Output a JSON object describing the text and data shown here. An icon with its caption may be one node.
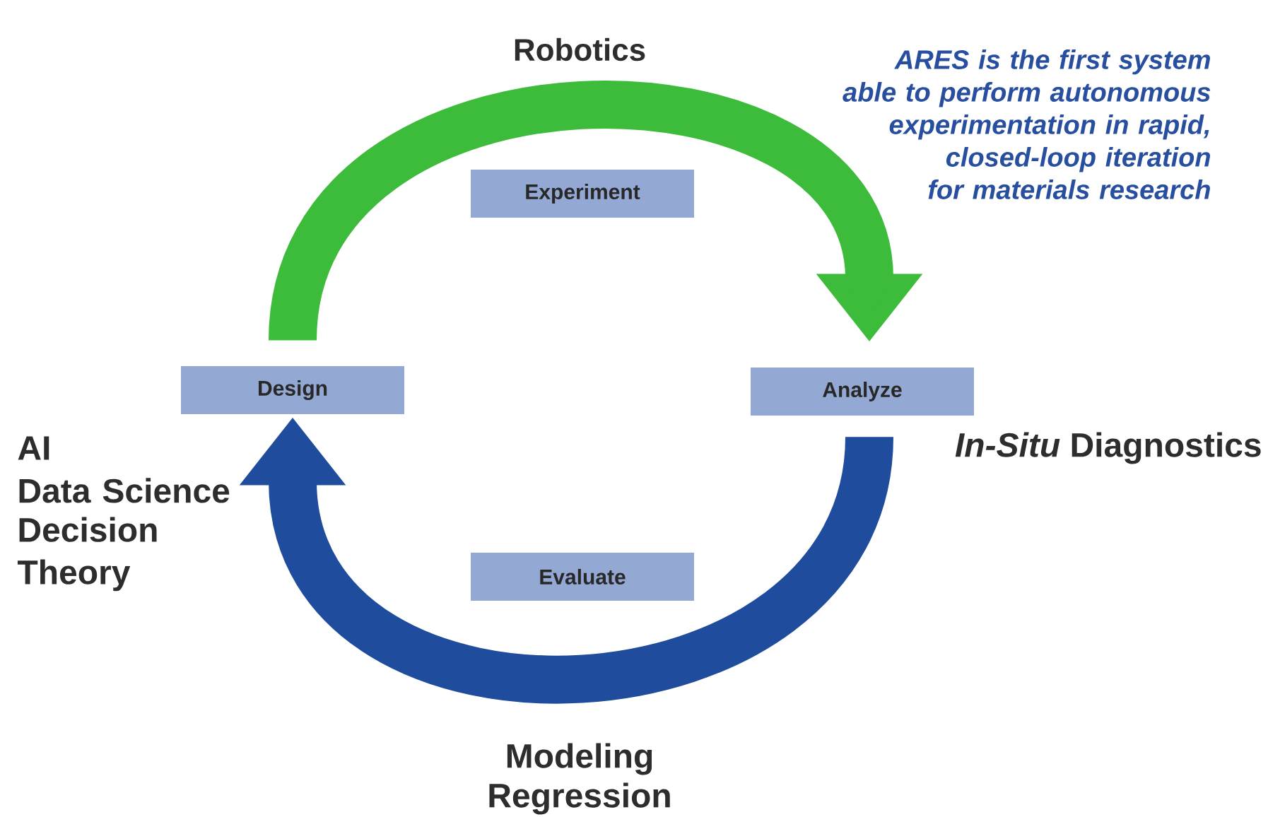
{
  "diagram": {
    "nodes": [
      {
        "text": [
          "Design"
        ]
      },
      {
        "text": [
          "Analyze"
        ]
      },
      {
        "text": [
          "Experiment"
        ]
      },
      {
        "text": [
          "Evaluate"
        ]
      }
    ],
    "edges": [
      {
        "from": 0,
        "to": 1,
        "arrow": "to",
        "color": "#3dbb3a"
      },
      {
        "from": 1,
        "to": 0,
        "arrow": "to",
        "color": "#1f4c9c"
      }
    ],
    "labels": [
      "Robotics",
      "ARES is the first system able to perform autonomous experimentation in rapid, closed-loop iteration for materials research",
      "AI",
      "Data Science",
      "Decision Theory",
      "*In-Situ* Diagnostics",
      "Modeling",
      "Regression"
    ]
  }
}
